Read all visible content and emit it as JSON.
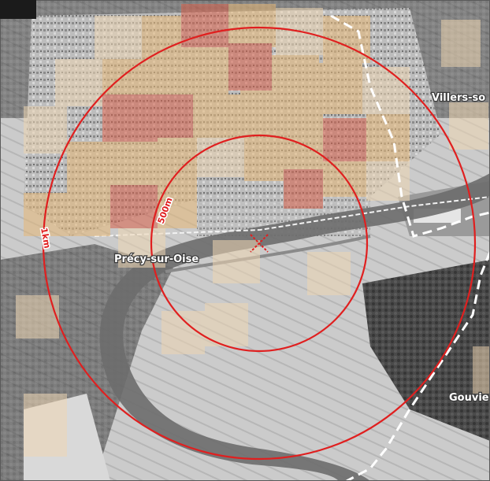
{
  "map": {
    "place_labels": {
      "precy": "Précy-sur-Oise",
      "villers": "Villers-so",
      "gouvieux": "Gouvie"
    },
    "radius_labels": {
      "inner": "500m",
      "outer": "1km"
    },
    "center_marker_icon": "cross-marker-icon",
    "colors": {
      "ring": "#e01f1f",
      "density_high": "#d8604a",
      "density_mid": "#e7b877",
      "density_low": "#eed6b3",
      "boundary": "#ffffff",
      "river": "#6d6d6d",
      "forest": "#3b3b3b",
      "fields": "#c4c4c4"
    }
  }
}
